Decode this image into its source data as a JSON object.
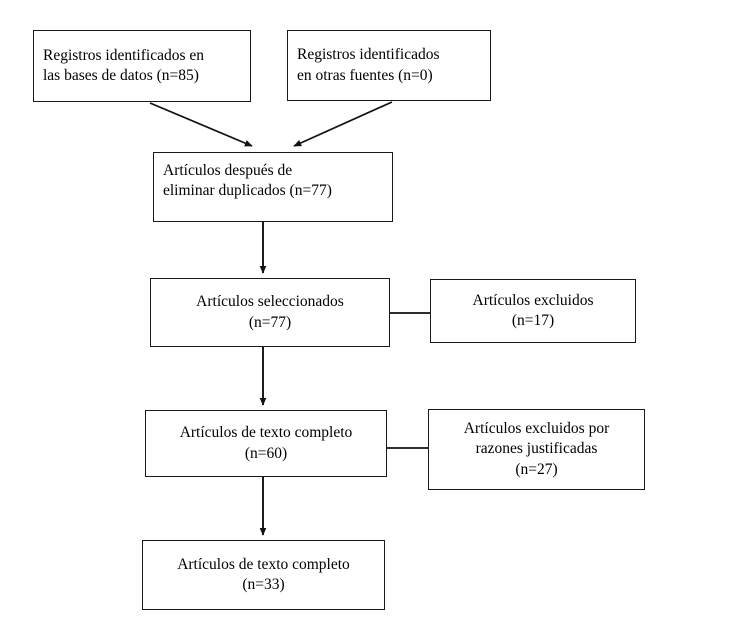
{
  "diagram": {
    "title": "PRISMA flow diagram",
    "language": "es",
    "line_color": "#1a1a1a",
    "background_color": "#ffffff",
    "nodes": [
      {
        "id": "records-databases",
        "text": "Registros identificados  en\nlas  bases de datos (n=85)",
        "count_label": "n=85",
        "count": 85,
        "align": "left"
      },
      {
        "id": "records-other",
        "text": "Registros identificados\nen otras fuentes (n=0)",
        "count_label": "n=0",
        "count": 0,
        "align": "left"
      },
      {
        "id": "after-duplicates",
        "text": "Artículos después de\neliminar duplicados (n=77)",
        "count_label": "n=77",
        "count": 77,
        "align": "left"
      },
      {
        "id": "screened",
        "text": "Artículos seleccionados\n(n=77)",
        "count_label": "n=77",
        "count": 77,
        "align": "center"
      },
      {
        "id": "excluded",
        "text": "Artículos excluidos\n(n=17)",
        "count_label": "n=17",
        "count": 17,
        "align": "center"
      },
      {
        "id": "fulltext-60",
        "text": "Artículos de texto completo\n(n=60)",
        "count_label": "n=60",
        "count": 60,
        "align": "center"
      },
      {
        "id": "excluded-reasons",
        "text": "Artículos excluidos por\nrazones justificadas\n(n=27)",
        "count_label": "n=27",
        "count": 27,
        "align": "center"
      },
      {
        "id": "fulltext-33",
        "text": "Artículos de texto completo\n(n=33)",
        "count_label": "n=33",
        "count": 33,
        "align": "center"
      }
    ],
    "edges": [
      {
        "id": "edge-databases-to-duplicates",
        "from": "records-databases",
        "to": "after-duplicates",
        "kind": "diagonal-arrow"
      },
      {
        "id": "edge-other-to-duplicates",
        "from": "records-other",
        "to": "after-duplicates",
        "kind": "diagonal-arrow"
      },
      {
        "id": "edge-duplicates-to-screened",
        "from": "after-duplicates",
        "to": "screened",
        "kind": "vertical-arrow"
      },
      {
        "id": "edge-screened-to-excluded",
        "from": "screened",
        "to": "excluded",
        "kind": "horizontal-line"
      },
      {
        "id": "edge-screened-to-fulltext60",
        "from": "screened",
        "to": "fulltext-60",
        "kind": "vertical-arrow"
      },
      {
        "id": "edge-fulltext60-to-reasons",
        "from": "fulltext-60",
        "to": "excluded-reasons",
        "kind": "horizontal-line"
      },
      {
        "id": "edge-fulltext60-to-fulltext33",
        "from": "fulltext-60",
        "to": "fulltext-33",
        "kind": "vertical-arrow"
      }
    ]
  }
}
